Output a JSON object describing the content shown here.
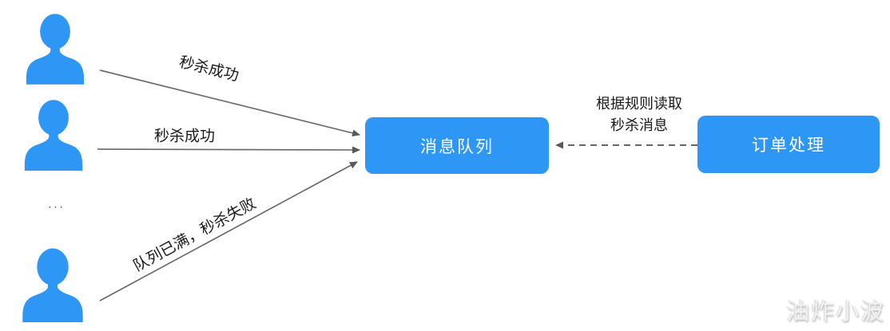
{
  "diagram": {
    "colors": {
      "primary_blue": "#2e96f5",
      "arrow_gray": "#666666",
      "text_dark": "#1a1a1a"
    },
    "users": {
      "dots": "..."
    },
    "nodes": {
      "message_queue": {
        "label": "消息队列"
      },
      "order_processing": {
        "label": "订单处理"
      }
    },
    "arrows": {
      "user1": {
        "label": "秒杀成功"
      },
      "user2": {
        "label": "秒杀成功"
      },
      "user3": {
        "label": "队列已满，秒杀失败"
      },
      "read_rule": {
        "label_line1": "根据规则读取",
        "label_line2": "秒杀消息"
      }
    },
    "watermark": "油炸小波"
  }
}
